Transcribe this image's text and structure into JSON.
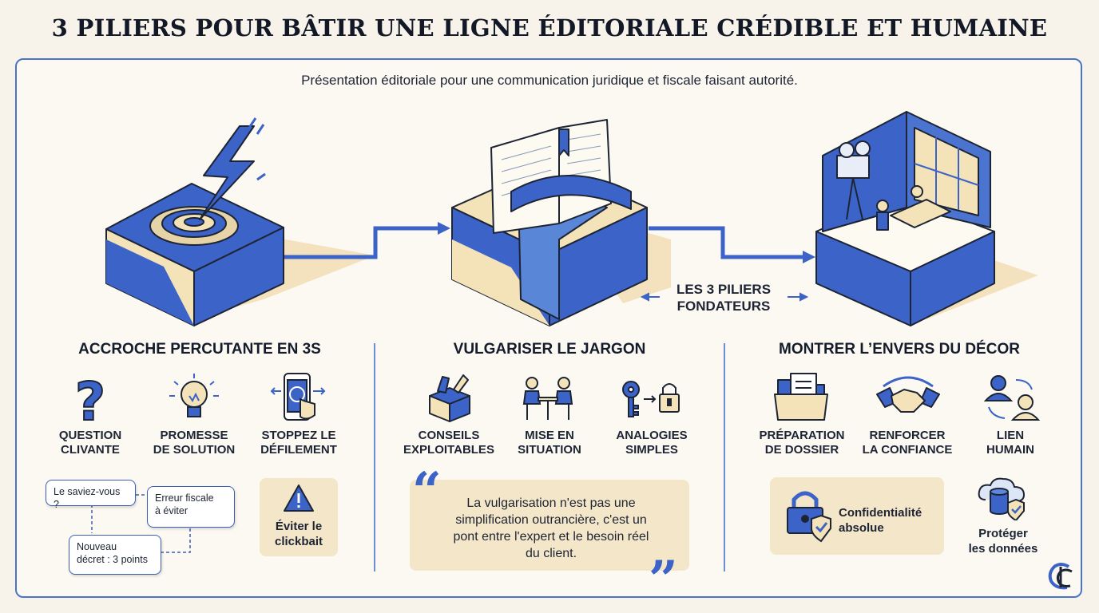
{
  "title": "3 PILIERS POUR BÂTIR UNE LIGNE ÉDITORIALE CRÉDIBLE ET HUMAINE",
  "subtitle": "Présentation éditoriale pour une communication juridique et fiscale faisant autorité.",
  "center_label": {
    "line1": "LES 3 PILIERS",
    "line2": "FONDATEURS"
  },
  "colors": {
    "accent": "#3b63c8",
    "beige": "#f4e6c8",
    "dark": "#1d2433"
  },
  "pillars": [
    {
      "title": "ACCROCHE PERCUTANTE EN 3S",
      "icons": [
        {
          "name": "question-icon",
          "l1": "QUESTION",
          "l2": "CLIVANTE"
        },
        {
          "name": "lightbulb-icon",
          "l1": "PROMESSE",
          "l2": "DE SOLUTION"
        },
        {
          "name": "smartphone-touch-icon",
          "l1": "STOPPEZ LE",
          "l2": "DÉFILEMENT"
        }
      ],
      "bubbles": [
        "Le saviez-vous ?",
        "Erreur fiscale",
        "à éviter",
        "Nouveau",
        "décret : 3 points"
      ],
      "card": {
        "l1": "Éviter le",
        "l2": "clickbait",
        "icon": "warning-icon"
      }
    },
    {
      "title": "VULGARISER LE JARGON",
      "icons": [
        {
          "name": "toolbox-icon",
          "l1": "CONSEILS",
          "l2": "EXPLOITABLES"
        },
        {
          "name": "meeting-icon",
          "l1": "MISE EN",
          "l2": "SITUATION"
        },
        {
          "name": "key-lock-icon",
          "l1": "ANALOGIES",
          "l2": "SIMPLES"
        }
      ],
      "quote": {
        "l1": "La vulgarisation n'est pas une",
        "l2": "simplification outrancière, c'est un",
        "l3": "pont entre l'expert et le besoin réel",
        "l4": "du client."
      }
    },
    {
      "title": "MONTRER L’ENVERS DU DÉCOR",
      "icons": [
        {
          "name": "folder-icon",
          "l1": "PRÉPARATION",
          "l2": "DE DOSSIER"
        },
        {
          "name": "handshake-icon",
          "l1": "RENFORCER",
          "l2": "LA CONFIANCE"
        },
        {
          "name": "people-link-icon",
          "l1": "LIEN",
          "l2": "HUMAIN"
        }
      ],
      "card": {
        "l1": "Confidentialité",
        "l2": "absolue",
        "icon": "padlock-shield-icon"
      },
      "extra": {
        "l1": "Protéger",
        "l2": "les données",
        "icon": "cloud-database-icon"
      }
    }
  ]
}
